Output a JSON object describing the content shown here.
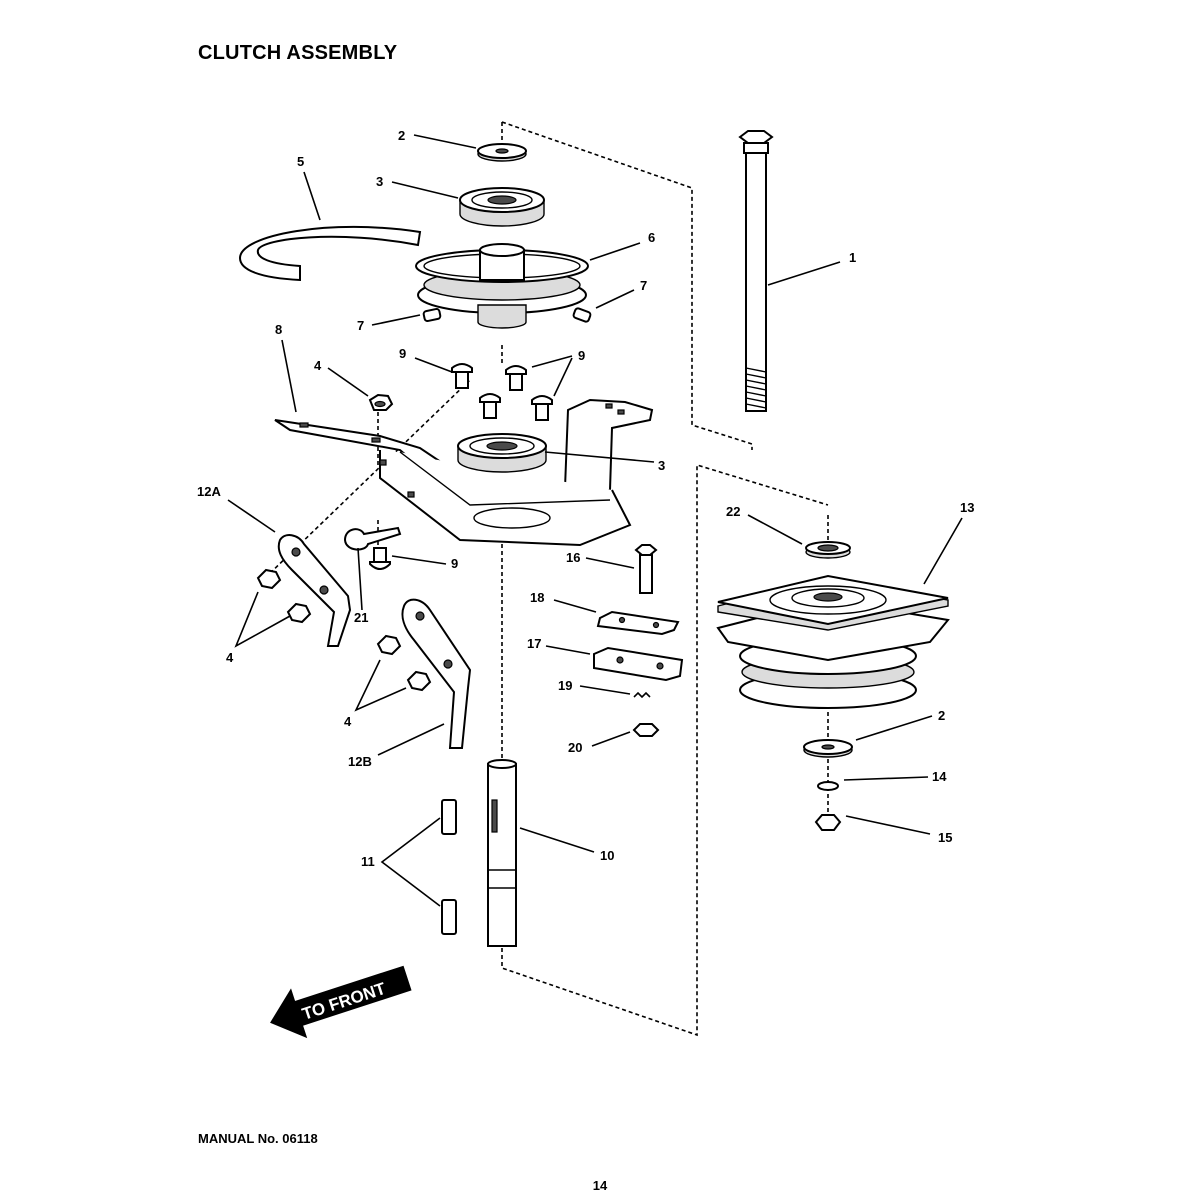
{
  "header": {
    "title": "CLUTCH ASSEMBLY"
  },
  "footer": {
    "manual_number": "MANUAL No. 06118",
    "page_number": "14"
  },
  "direction_arrow": {
    "label": "TO FRONT"
  },
  "callouts": {
    "c1": "1",
    "c2_top": "2",
    "c2_right": "2",
    "c3_top": "3",
    "c3_right": "3",
    "c4_nut": "4",
    "c4_left": "4",
    "c4_mid": "4",
    "c5": "5",
    "c6": "6",
    "c7_left": "7",
    "c7_right": "7",
    "c8": "8",
    "c9_left": "9",
    "c9_right": "9",
    "c9_low": "9",
    "c10": "10",
    "c11": "11",
    "c12a": "12A",
    "c12b": "12B",
    "c13": "13",
    "c14": "14",
    "c15": "15",
    "c16": "16",
    "c17": "17",
    "c18": "18",
    "c19": "19",
    "c20": "20",
    "c21": "21",
    "c22": "22"
  }
}
